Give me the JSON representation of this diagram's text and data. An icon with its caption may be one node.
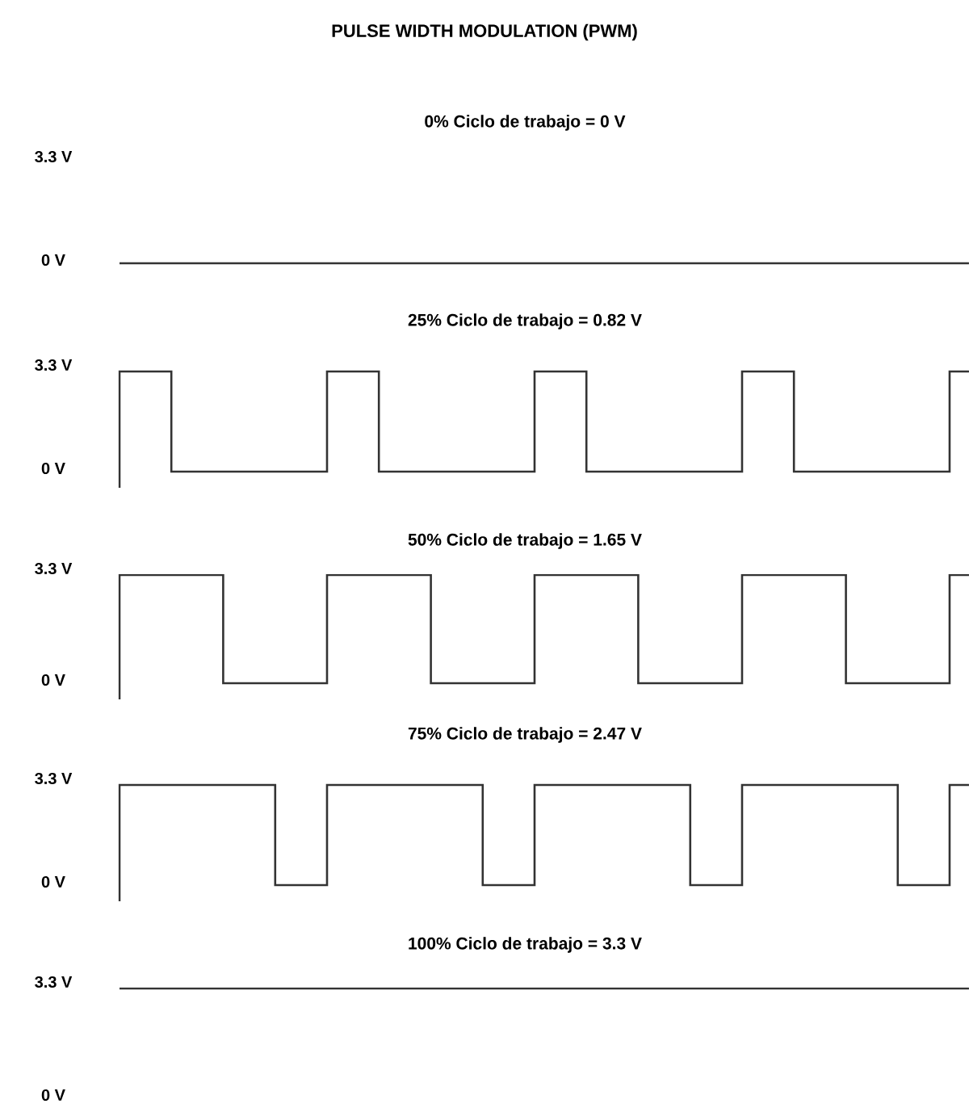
{
  "diagram": {
    "title": "PULSE WIDTH MODULATION (PWM)",
    "labels": [
      "0% Ciclo de trabajo = 0 V",
      "3.3 V",
      "0 V",
      "25% Ciclo de trabajo = 0.82 V",
      "3.3 V",
      "0 V",
      "50% Ciclo de trabajo = 1.65 V",
      "3.3 V",
      "0 V",
      "75% Ciclo de trabajo = 2.47 V",
      "3.3 V",
      "0 V",
      "100% Ciclo de trabajo = 3.3 V",
      "3.3 V",
      "0 V"
    ]
  }
}
